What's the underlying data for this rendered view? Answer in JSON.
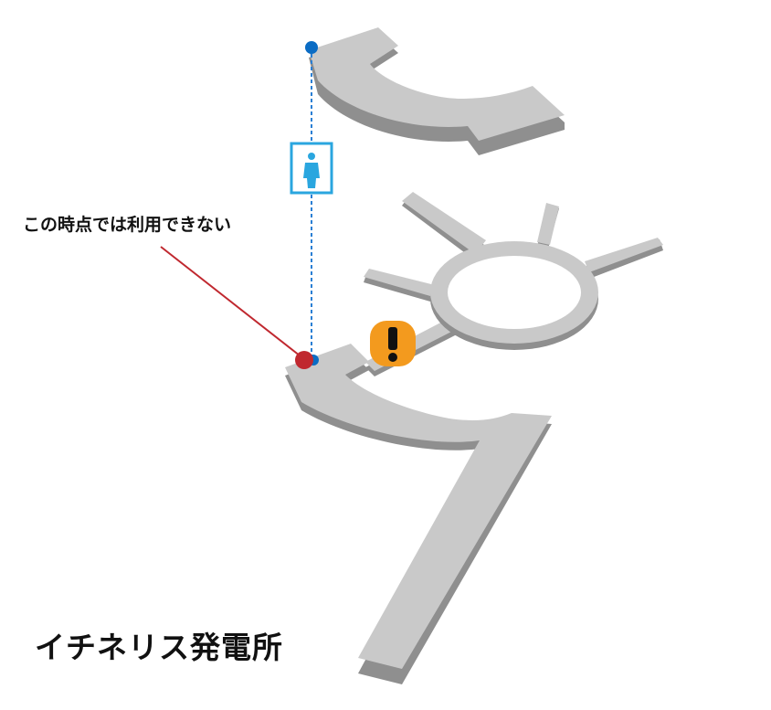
{
  "map": {
    "title": "イチネリス発電所",
    "annotation": "この時点では利用できない",
    "icons": {
      "elevator": "elevator-person-icon",
      "warning": "warning-exclamation-icon",
      "unavailable": "unavailable-point-marker"
    },
    "colors": {
      "platform_top": "#c9c9c9",
      "platform_side": "#8f8f8f",
      "connector_line": "#2a7fd4",
      "node": "#0a6cc4",
      "elevator_frame": "#2aa6df",
      "alert_line": "#c0282f",
      "warning_badge": "#f39a1e"
    }
  }
}
